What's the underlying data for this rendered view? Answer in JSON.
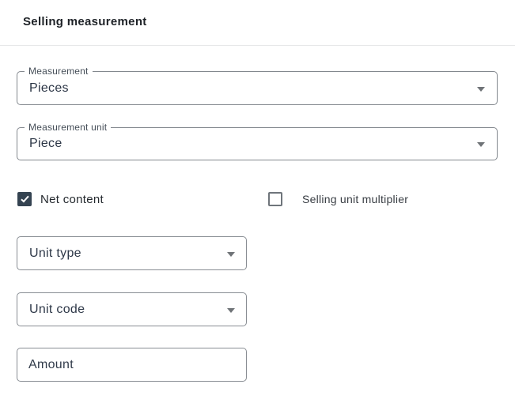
{
  "header": {
    "title": "Selling measurement"
  },
  "form": {
    "measurement": {
      "label": "Measurement",
      "value": "Pieces"
    },
    "measurement_unit": {
      "label": "Measurement unit",
      "value": "Piece"
    },
    "net_content": {
      "label": "Net content",
      "checked": true
    },
    "selling_unit_multiplier": {
      "label": "Selling unit multiplier",
      "checked": false
    },
    "unit_type": {
      "label": "Unit type"
    },
    "unit_code": {
      "label": "Unit code"
    },
    "amount": {
      "placeholder": "Amount",
      "value": ""
    }
  },
  "icons": {
    "dropdown_caret": "caret-down-icon",
    "checkmark": "check-icon"
  },
  "colors": {
    "title_text": "#1e2227",
    "divider": "#e7e8e9",
    "field_border": "#888d93",
    "field_label": "#454e58",
    "field_value": "#2b3545",
    "caret": "#6f7377",
    "checkbox_checked_fill": "#344351",
    "checkbox_unchecked_border": "#6f757b",
    "background": "#ffffff"
  }
}
